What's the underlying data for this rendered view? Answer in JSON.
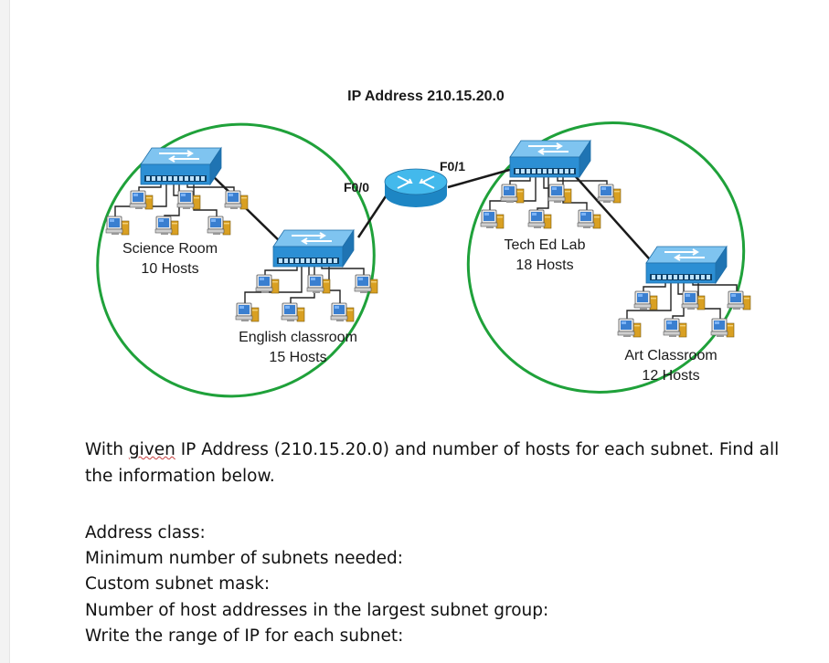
{
  "diagram": {
    "title": "IP Address 210.15.20.0",
    "interfaces": {
      "f0": "F0/0",
      "f1": "F0/1"
    },
    "subnets": [
      {
        "name": "Science Room",
        "hosts": "10 Hosts"
      },
      {
        "name": "English classroom",
        "hosts": "15 Hosts"
      },
      {
        "name": "Tech Ed Lab",
        "hosts": "18 Hosts"
      },
      {
        "name": "Art Classroom",
        "hosts": "12 Hosts"
      }
    ],
    "colors": {
      "subnet_outline": "#1fa13a",
      "switch_body": "#2c8fd4",
      "router_body": "#27a8e0",
      "link": "#1a1a1a",
      "host_screen": "#3a7fd0",
      "host_tower": "#d9a022"
    },
    "icons": [
      "switch-icon",
      "router-icon",
      "pc-icon"
    ]
  },
  "document": {
    "intro_pre": "With ",
    "intro_underlined": "given",
    "intro_post": " IP Address (210.15.20.0) and number of hosts for each subnet. Find all",
    "intro_line2": "the information below.",
    "questions": [
      "Address class:",
      "Minimum number of subnets needed:",
      "Custom subnet mask:",
      "Number of host addresses in the largest subnet group:",
      "Write the range of IP for each subnet:"
    ]
  }
}
